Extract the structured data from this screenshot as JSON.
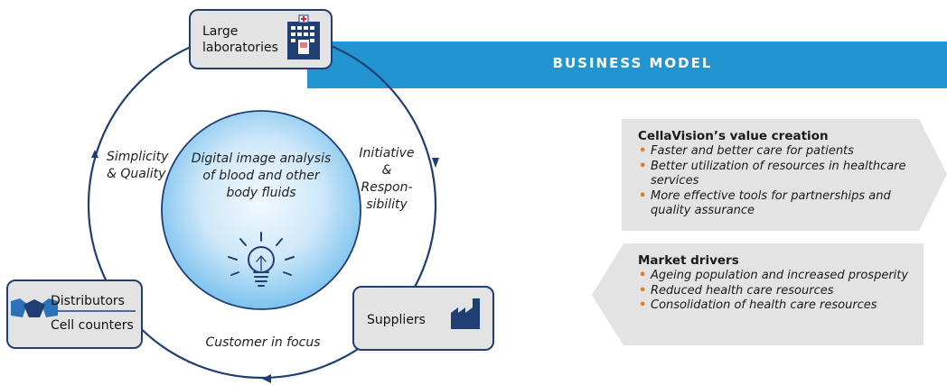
{
  "banner": {
    "title": "BUSINESS MODEL"
  },
  "nodes": {
    "large_labs": {
      "line1": "Large",
      "line2": "laboratories"
    },
    "distributors": {
      "top": "Distributors",
      "bottom": "Cell counters"
    },
    "suppliers": {
      "label": "Suppliers"
    }
  },
  "arc_labels": {
    "left": {
      "line1": "Simplicity",
      "line2": "& Quality"
    },
    "right": {
      "line1": "Initiative",
      "line2": "&",
      "line3": "Respon-",
      "line4": "sibility"
    },
    "bottom": "Customer in focus"
  },
  "center": {
    "line1": "Digital image analysis",
    "line2": "of blood and other",
    "line3": "body fluids"
  },
  "value_panel": {
    "title": "CellaVision’s value creation",
    "items": [
      "Faster and better care for patients",
      "Better utilization of resources in healthcare services",
      "More effective tools for partnerships and quality assurance"
    ]
  },
  "drivers_panel": {
    "title": "Market drivers",
    "items": [
      "Ageing population and increased prosperity",
      "Reduced health care resources",
      "Consolidation of health care resources"
    ]
  },
  "colors": {
    "navy": "#1f3f73",
    "blue_banner": "#2294d0",
    "gray_box": "#e3e3e3",
    "bullet_orange": "#e07b28",
    "circle_light": "#dff0fb",
    "circle_mid": "#8fcbf0"
  },
  "icons": [
    "hospital-icon",
    "handshake-icon",
    "factory-icon",
    "lightbulb-icon"
  ]
}
